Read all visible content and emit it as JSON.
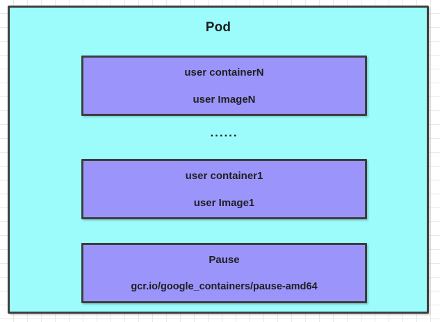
{
  "diagram": {
    "title": "Pod",
    "colors": {
      "pod_fill": "#9bfcfb",
      "container_fill": "#9b94fb",
      "border": "#3d3d3d",
      "text": "#1f1f1f",
      "grid_line": "#e8e8e8",
      "page_background": "#ffffff"
    },
    "containers": [
      {
        "name": "user containerN",
        "image": "user ImageN"
      },
      {
        "name": "user container1",
        "image": "user Image1"
      },
      {
        "name": "Pause",
        "image": "gcr.io/google_containers/pause-amd64"
      }
    ],
    "ellipsis": "······"
  }
}
